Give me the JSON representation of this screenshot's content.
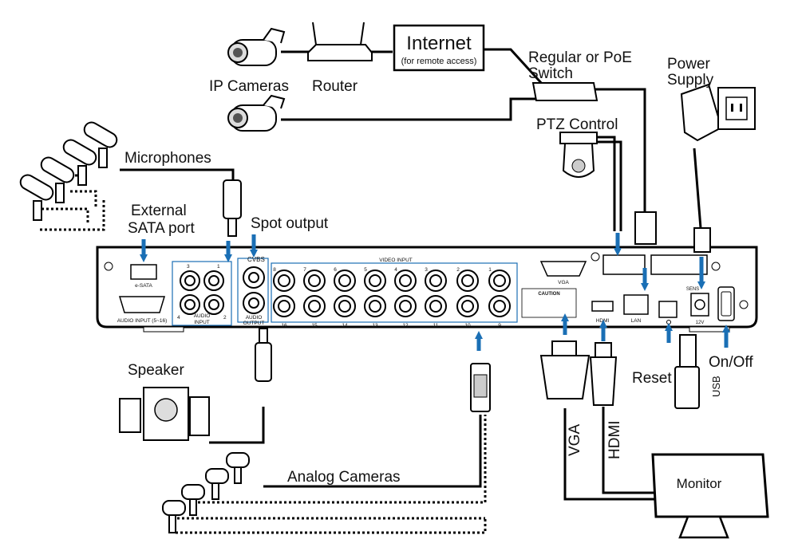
{
  "colors": {
    "arrow": "#1a6fb5",
    "panel_outline": "#1a6fb5",
    "cable": "#000000",
    "device_fill": "#eeeeee"
  },
  "icons": [
    "camera-icon",
    "router-icon",
    "ptz-camera-icon",
    "power-adapter-icon",
    "wall-outlet-icon",
    "microphone-icon",
    "speaker-icon",
    "usb-drive-icon",
    "monitor-icon",
    "bnc-connector-icon",
    "rca-plug-icon",
    "vga-plug-icon",
    "hdmi-plug-icon",
    "rj45-plug-icon"
  ],
  "labels": {
    "internet": "Internet",
    "internet_sub": "(for remote access)",
    "switch_line1": "Regular or PoE",
    "switch_line2": "Switch",
    "ip_cameras": "IP Cameras",
    "router": "Router",
    "power_line1": "Power",
    "power_line2": "Supply",
    "ptz": "PTZ Control",
    "microphones": "Microphones",
    "esata_line1": "External",
    "esata_line2": "SATA port",
    "spot": "Spot output",
    "speaker": "Speaker",
    "analog": "Analog Cameras",
    "vga": "VGA",
    "hdmi": "HDMI",
    "reset": "Reset",
    "usb": "USB",
    "onoff": "On/Off",
    "monitor": "Monitor"
  },
  "panel": {
    "esata": "e-SATA",
    "audio_input_port": "AUDIO INPUT (5~16)",
    "audio_input": "AUDIO",
    "audio_input2": "INPUT",
    "audio_output": "AUDIO",
    "audio_output2": "OUTPUT",
    "cvbs": "CVBS",
    "video_input": "VIDEO INPUT",
    "vga": "VGA",
    "hdmi": "HDMI",
    "lan": "LAN",
    "caution": "CAUTION",
    "power": "12V",
    "sens": "SENS",
    "audio_nums": [
      "3",
      "1",
      "4",
      "2"
    ],
    "video_top": [
      "8",
      "7",
      "6",
      "5",
      "4",
      "3",
      "2",
      "1"
    ],
    "video_bottom": [
      "16",
      "15",
      "14",
      "13",
      "12",
      "11",
      "10",
      "9"
    ]
  }
}
